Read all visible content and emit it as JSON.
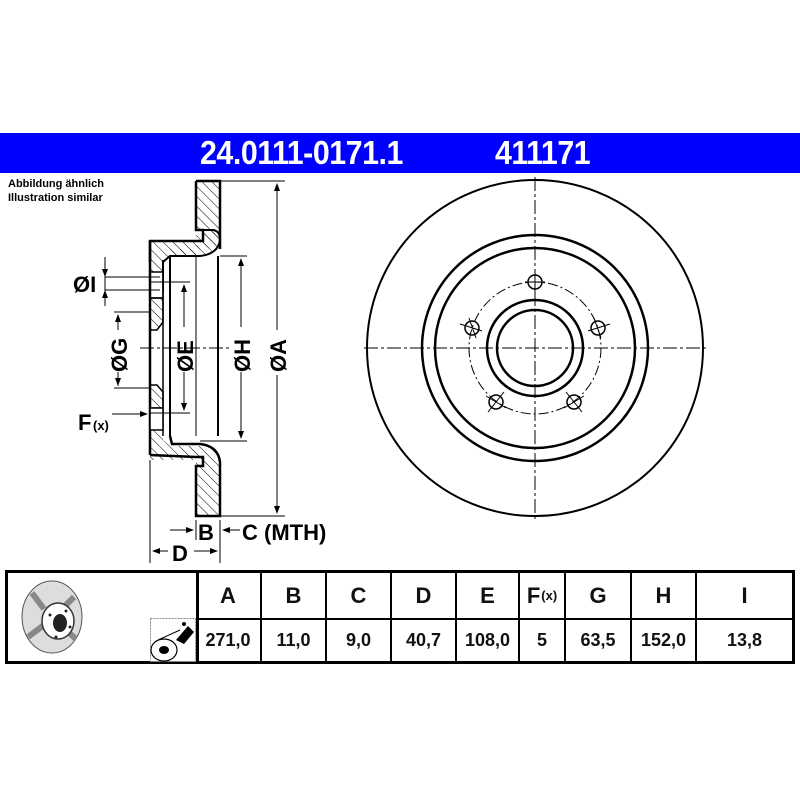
{
  "header": {
    "part_number": "24.0111-0171.1",
    "ref_number": "411171",
    "banner_color": "#0000ff"
  },
  "note": {
    "line1": "Abbildung ähnlich",
    "line2": "Illustration similar"
  },
  "section_labels": {
    "I": "ØI",
    "G": "ØG",
    "E": "ØE",
    "H": "ØH",
    "A": "ØA",
    "F": "F",
    "F_sub": "(x)",
    "B": "B",
    "C": "C (MTH)",
    "D": "D"
  },
  "table": {
    "columns": [
      {
        "key": "A",
        "label": "A",
        "value": "271,0"
      },
      {
        "key": "B",
        "label": "B",
        "value": "11,0"
      },
      {
        "key": "C",
        "label": "C",
        "value": "9,0"
      },
      {
        "key": "D",
        "label": "D",
        "value": "40,7"
      },
      {
        "key": "E",
        "label": "E",
        "value": "108,0"
      },
      {
        "key": "F",
        "label": "F",
        "label_sub": "(x)",
        "value": "5"
      },
      {
        "key": "G",
        "label": "G",
        "value": "63,5"
      },
      {
        "key": "H",
        "label": "H",
        "value": "152,0"
      },
      {
        "key": "I",
        "label": "I",
        "value": "13,8"
      }
    ]
  },
  "icons": {
    "disc_thumbnail": "brake-disc-3d-icon",
    "coating_spray": "spray-coating-icon"
  }
}
